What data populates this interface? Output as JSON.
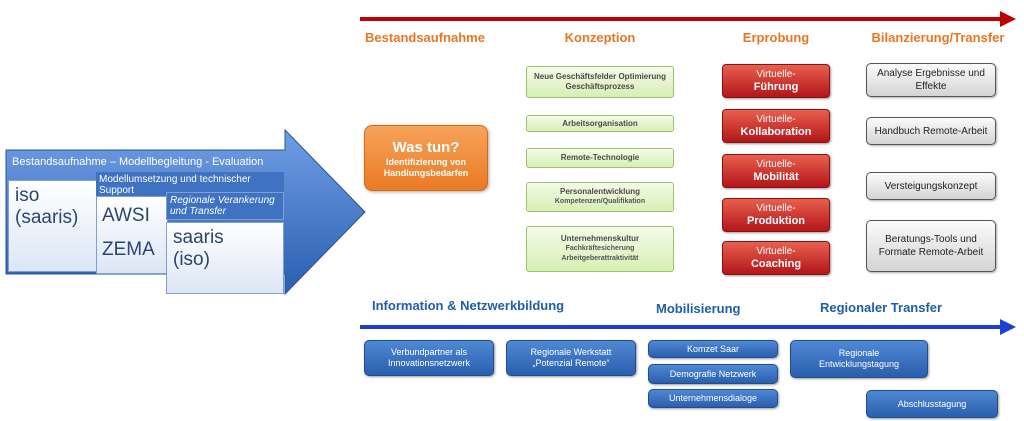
{
  "left_panel": {
    "level1_header": "Bestandsaufnahme – Modellbegleitung - Evaluation",
    "level1_text": "iso (saaris)",
    "level2_header": "Modellumsetzung und technischer Support",
    "level2_line1": "AWSI",
    "level2_line2": "ZEMA",
    "level3_header": "Regionale Verankerung und Transfer",
    "level3_text": "saaris (iso)"
  },
  "phases": [
    "Bestandsaufnahme",
    "Konzeption",
    "Erprobung",
    "Bilanzierung/Transfer"
  ],
  "bestand_box": {
    "title": "Was tun?",
    "subtitle": "Identifizierung von Handlungsbedarfen"
  },
  "konzeption": [
    {
      "text": "Neue Geschäftsfelder Optimierung Geschäftsprozess"
    },
    {
      "text": "Arbeitsorganisation"
    },
    {
      "text": "Remote-Technologie"
    },
    {
      "text": "Personalentwicklung",
      "sub": "Kompetenzen/Qualifikation"
    },
    {
      "text": "Unternehmenskultur",
      "sub": "Fachkräftesicherung Arbeitgeberattraktivität"
    }
  ],
  "erprobung": [
    {
      "line1": "Virtuelle-",
      "line2": "Führung"
    },
    {
      "line1": "Virtuelle-",
      "line2": "Kollaboration"
    },
    {
      "line1": "Virtuelle-",
      "line2": "Mobilität"
    },
    {
      "line1": "Virtuelle-",
      "line2": "Produktion"
    },
    {
      "line1": "Virtuelle-",
      "line2": "Coaching"
    }
  ],
  "bilanzierung": [
    "Analyse Ergebnisse und Effekte",
    "Handbuch Remote-Arbeit",
    "Versteigungskonzept",
    "Beratungs-Tools und Formate Remote-Arbeit"
  ],
  "lower_sections": [
    "Information & Netzwerkbildung",
    "Mobilisierung",
    "Regionaler Transfer"
  ],
  "lower_boxes": {
    "verbund": "Verbundpartner als Innovationsnetzwerk",
    "werkstatt": "Regionale Werkstatt „Potenzial Remote“",
    "komzet": "Komzet Saar",
    "demografie": "Demografie Netzwerk",
    "dialoge": "Unternehmensdialoge",
    "entwicklung": "Regionale Entwicklungstagung",
    "abschluss": "Abschlusstagung"
  },
  "colors": {
    "red_arrow": "#c00000",
    "blue_arrow": "#1f3fd0",
    "phase": "#e87722",
    "section": "#1f5fa8"
  }
}
